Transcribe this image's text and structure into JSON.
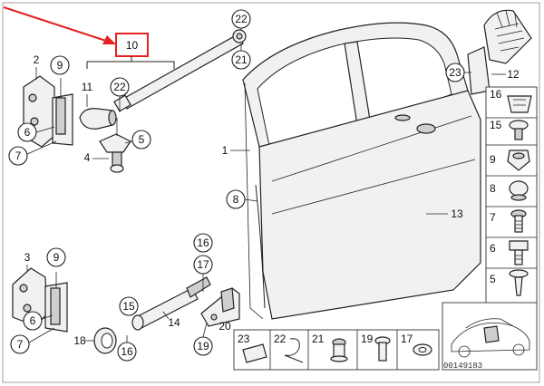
{
  "diagram": {
    "ref_code": "00149183",
    "highlight_color": "#e52222",
    "callouts": {
      "p10": "10",
      "p22_top": "22",
      "p21_top": "21",
      "p2": "2",
      "p9_top": "9",
      "p11": "11",
      "p22_mid": "22",
      "p6_top": "6",
      "p5": "5",
      "p7_top": "7",
      "p4": "4",
      "p1": "1",
      "p8": "8",
      "p13": "13",
      "p3": "3",
      "p9_bot": "9",
      "p6_bot": "6",
      "p7_bot": "7",
      "p18": "18",
      "p16_bot": "16",
      "p15_bot": "15",
      "p14": "14",
      "p16_mid": "16",
      "p17_mid": "17",
      "p19_mid": "19",
      "p20": "20",
      "p23": "23",
      "p12": "12"
    },
    "right_column": [
      "16",
      "15",
      "9",
      "8",
      "7",
      "6",
      "5"
    ],
    "bottom_row": [
      "23",
      "22",
      "21",
      "19",
      "17"
    ]
  }
}
